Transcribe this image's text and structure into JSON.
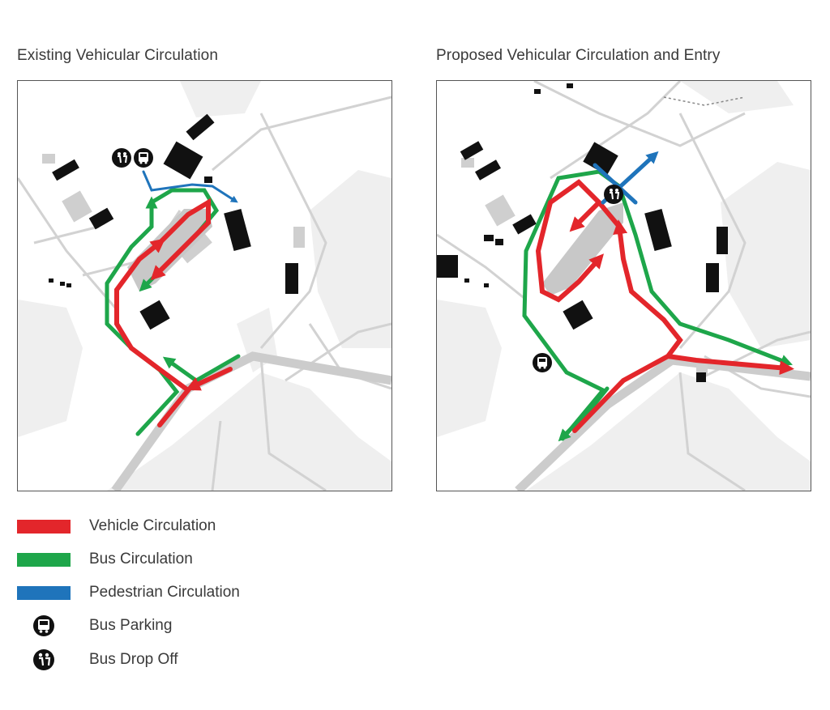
{
  "panels": {
    "existing": {
      "title": "Existing Vehicular Circulation"
    },
    "proposed": {
      "title": "Proposed Vehicular Circulation and Entry"
    }
  },
  "legend": [
    {
      "label": "Vehicle Circulation",
      "kind": "line",
      "color": "#e3262b"
    },
    {
      "label": "Bus Circulation",
      "kind": "line",
      "color": "#1ea64a"
    },
    {
      "label": "Pedestrian Circulation",
      "kind": "line",
      "color": "#1f74bb"
    },
    {
      "label": "Bus Parking",
      "kind": "icon",
      "icon": "bus-icon"
    },
    {
      "label": "Bus Drop Off",
      "kind": "icon",
      "icon": "pedestrians-icon"
    }
  ],
  "colors": {
    "vehicle": "#e3262b",
    "bus": "#1ea64a",
    "pedestrian": "#1f74bb",
    "building": "#111111",
    "road": "#d4d4d4",
    "terrain": "#eeeeee"
  }
}
